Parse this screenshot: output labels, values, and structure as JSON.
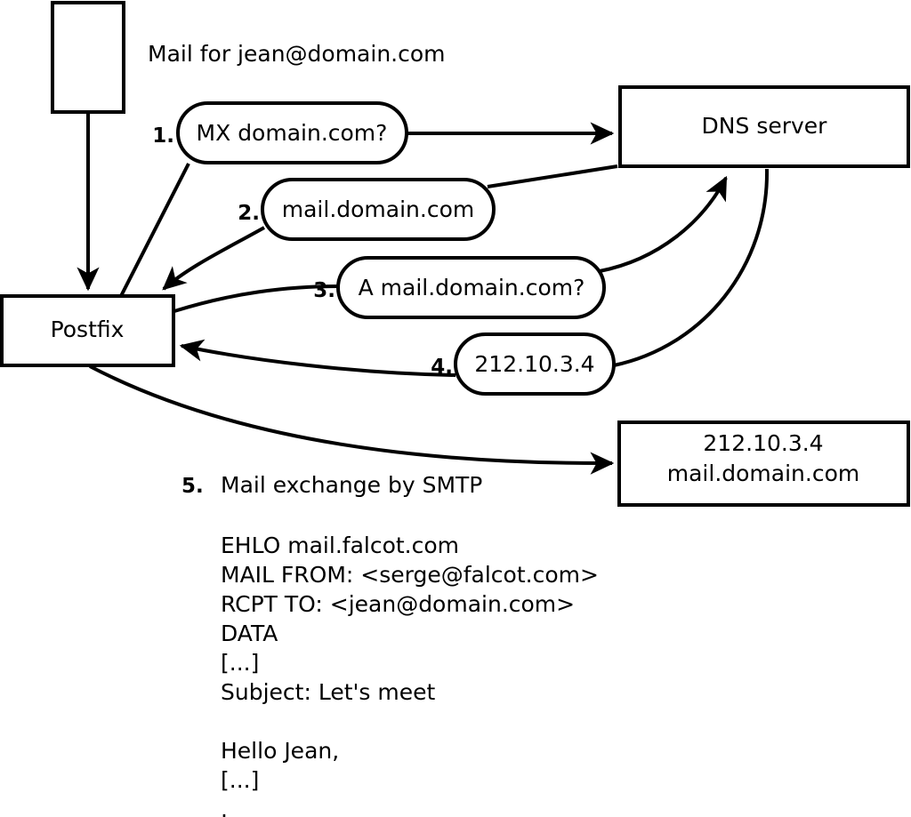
{
  "diagram": {
    "title": "Mail for jean@domain.com",
    "nodes": {
      "sender_box": {
        "label": ""
      },
      "postfix": {
        "label": "Postfix"
      },
      "dns_server": {
        "label": "DNS server"
      },
      "mail_server": {
        "line1": "212.10.3.4",
        "line2": "mail.domain.com"
      }
    },
    "steps": [
      {
        "num": "1.",
        "label": "MX domain.com?"
      },
      {
        "num": "2.",
        "label": "mail.domain.com"
      },
      {
        "num": "3.",
        "label": "A mail.domain.com?"
      },
      {
        "num": "4.",
        "label": "212.10.3.4"
      }
    ],
    "step5": {
      "num": "5.",
      "label": "Mail exchange by SMTP"
    },
    "transcript": [
      "EHLO mail.falcot.com",
      "MAIL FROM: <serge@falcot.com>",
      "RCPT TO: <jean@domain.com>",
      "DATA",
      "[...]",
      "Subject: Let's meet",
      "",
      "Hello Jean,",
      "[...]",
      "."
    ],
    "colors": {
      "stroke": "#000000",
      "fill": "#ffffff",
      "text": "#000000"
    }
  }
}
